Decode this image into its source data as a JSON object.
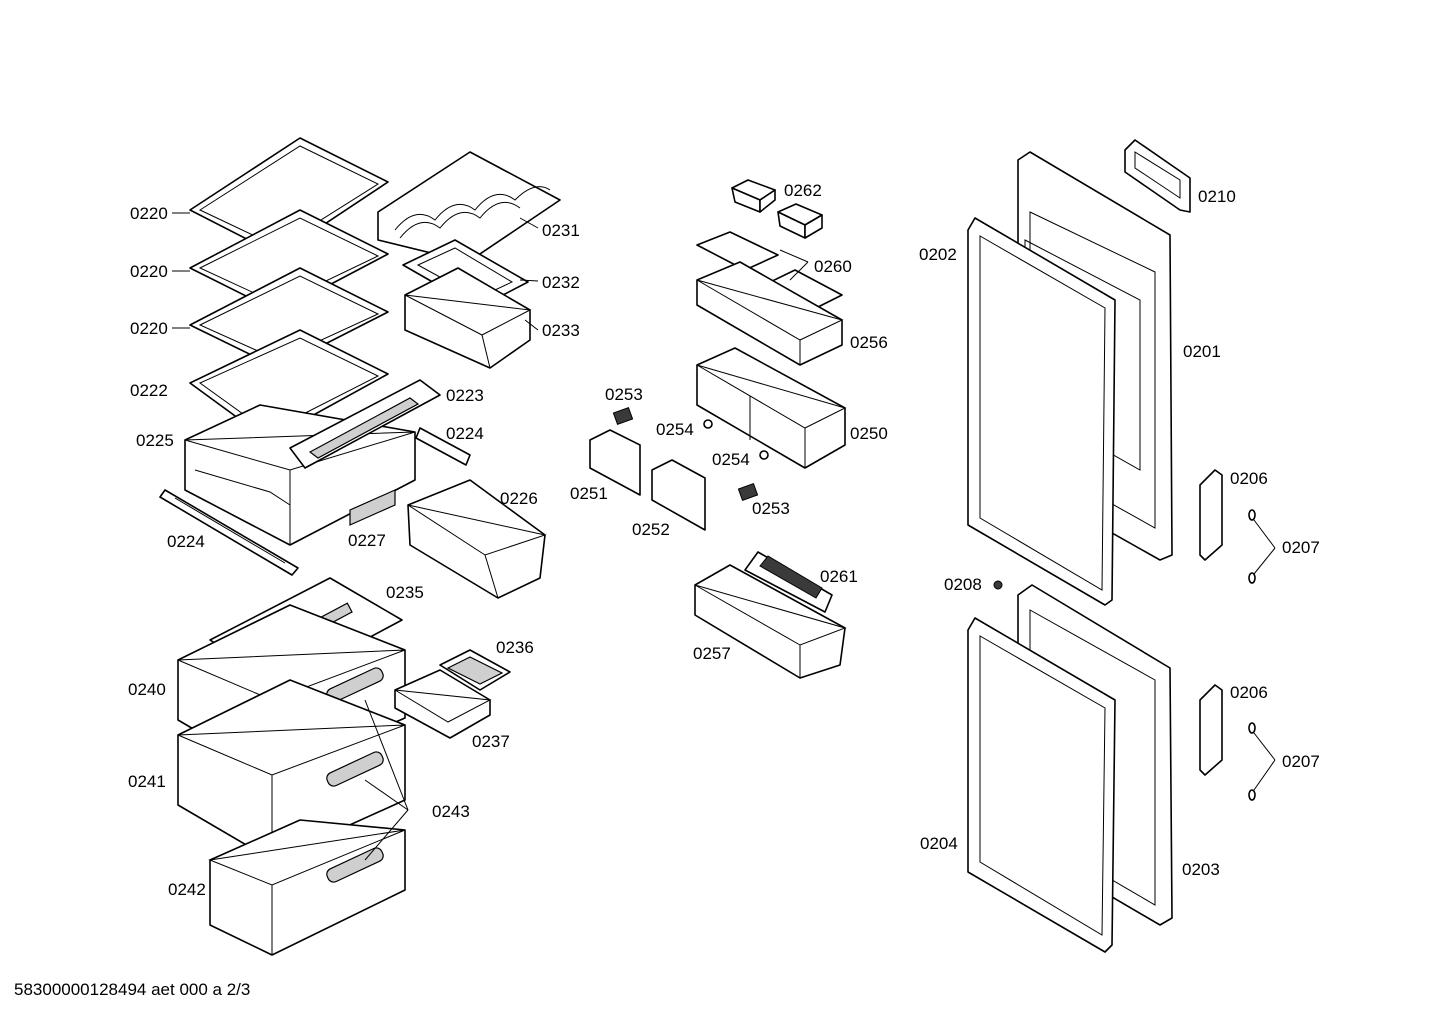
{
  "labels": {
    "l0220a": "0220",
    "l0220b": "0220",
    "l0220c": "0220",
    "l0222": "0222",
    "l0225": "0225",
    "l0224a": "0224",
    "l0224b": "0224",
    "l0227": "0227",
    "l0223": "0223",
    "l0226": "0226",
    "l0231": "0231",
    "l0232": "0232",
    "l0233": "0233",
    "l0235": "0235",
    "l0236": "0236",
    "l0237": "0237",
    "l0240": "0240",
    "l0241": "0241",
    "l0242": "0242",
    "l0243": "0243",
    "l0262": "0262",
    "l0260": "0260",
    "l0256": "0256",
    "l0253a": "0253",
    "l0254a": "0254",
    "l0254b": "0254",
    "l0253b": "0253",
    "l0251": "0251",
    "l0252": "0252",
    "l0250": "0250",
    "l0261": "0261",
    "l0257": "0257",
    "l0210": "0210",
    "l0202": "0202",
    "l0201": "0201",
    "l0206a": "0206",
    "l0207a": "0207",
    "l0208": "0208",
    "l0206b": "0206",
    "l0207b": "0207",
    "l0204": "0204",
    "l0203": "0203"
  },
  "footer": "58300000128494 aet 000 a 2/3"
}
